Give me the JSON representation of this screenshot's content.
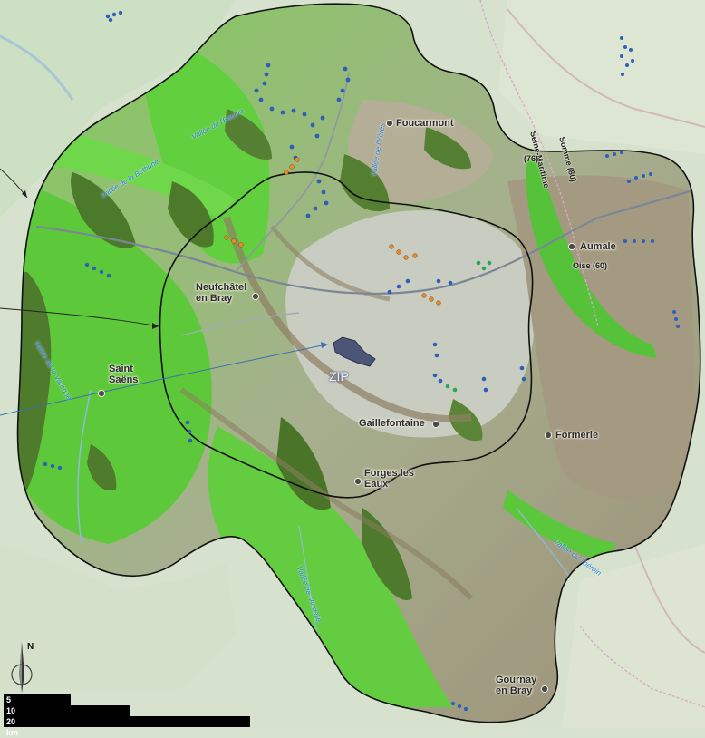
{
  "map": {
    "zip_label": "ZIP",
    "towns": [
      {
        "id": "foucarmont",
        "name": "Foucarmont"
      },
      {
        "id": "aumale",
        "name": "Aumale"
      },
      {
        "id": "neufchatel",
        "name": "Neufchâtel\nen Bray"
      },
      {
        "id": "saint-saens",
        "name": "Saint\nSaëns"
      },
      {
        "id": "gaillefontaine",
        "name": "Gaillefontaine"
      },
      {
        "id": "formerie",
        "name": "Formerie"
      },
      {
        "id": "forges",
        "name": "Forges les\nEaux"
      },
      {
        "id": "gournay",
        "name": "Gournay\nen Bray"
      }
    ],
    "departments": [
      {
        "id": "somme",
        "name": "Somme (80)"
      },
      {
        "id": "seine-maritime",
        "name": "Seine-Maritime"
      },
      {
        "id": "seine-maritime-num",
        "name": "(76)"
      },
      {
        "id": "oise",
        "name": "Oise (60)"
      }
    ],
    "rivers": [
      {
        "id": "eaulne",
        "name": "Vallée de l'Eaulne"
      },
      {
        "id": "bethune",
        "name": "Vallée de la Béthune"
      },
      {
        "id": "yeres",
        "name": "Vallée de l'Yères"
      },
      {
        "id": "varenne",
        "name": "Vallée de la Varenne"
      },
      {
        "id": "andelle",
        "name": "Vallée de l'Andelle"
      },
      {
        "id": "therain",
        "name": "Vallée du Thérain"
      }
    ],
    "north_label": "N",
    "scale": [
      "5 km",
      "10 km",
      "20 km"
    ],
    "colors": {
      "forest": "#4f7a2a",
      "valley": "#5fd03a",
      "relief": "#8e826a",
      "plateau": "#c8cab8",
      "boundary": "#111111",
      "wind_blue": "#2f5fb8",
      "wind_orange": "#e88a2a",
      "wind_green": "#2aa55a",
      "zip": "#4c5478"
    }
  }
}
